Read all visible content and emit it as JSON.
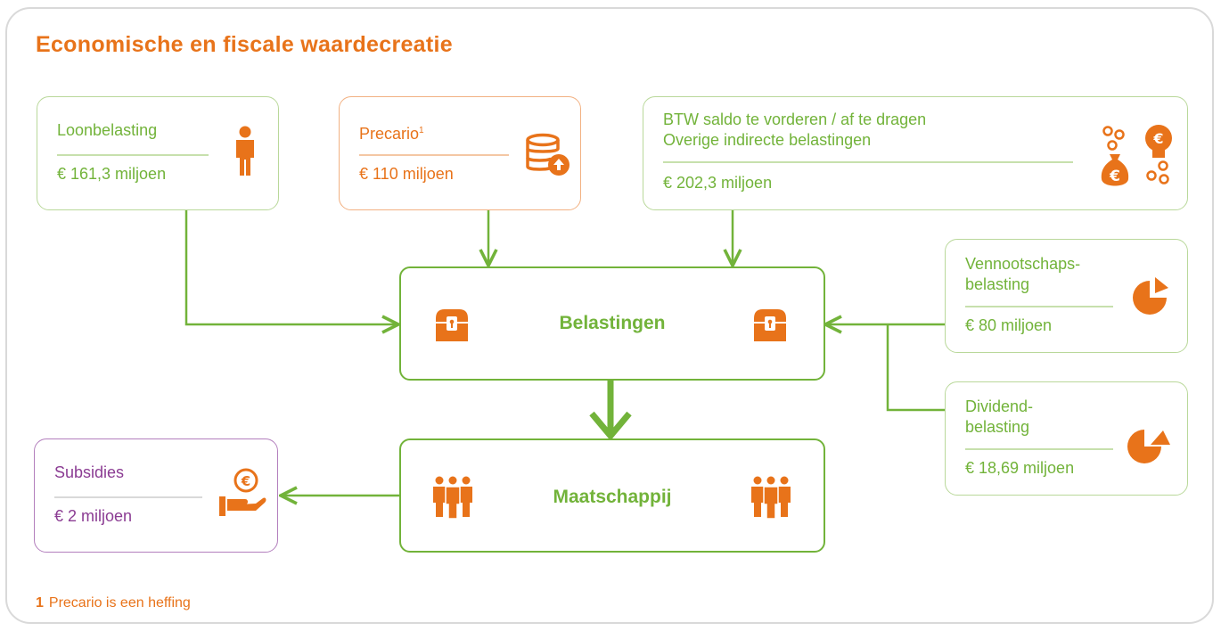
{
  "title": "Economische en fiscale waardecreatie",
  "colors": {
    "green": "#72b33a",
    "orange": "#e8731a",
    "purple": "#8b3c93"
  },
  "boxes": {
    "loonbelasting": {
      "label": "Loonbelasting",
      "value": "€ 161,3 miljoen",
      "icon": "person-icon"
    },
    "precario": {
      "label": "Precario",
      "sup": "1",
      "value": "€ 110 miljoen",
      "icon": "coin-stack-upload-icon"
    },
    "btw": {
      "label_line1": "BTW saldo te vorderen / af te dragen",
      "label_line2": "Overige indirecte belastingen",
      "value": "€ 202,3 miljoen",
      "icons": [
        "money-bag-coins-icon",
        "euro-lightbulb-coins-icon"
      ]
    },
    "vennootschapsbelasting": {
      "label_line1": "Vennootschaps-",
      "label_line2": "belasting",
      "value": "€ 80 miljoen",
      "icon": "pie-chart-icon"
    },
    "dividendbelasting": {
      "label_line1": "Dividend-",
      "label_line2": "belasting",
      "value": "€ 18,69 miljoen",
      "icon": "pie-chart-slice-icon"
    },
    "subsidies": {
      "label": "Subsidies",
      "value": "€ 2 miljoen",
      "icon": "hand-euro-icon"
    }
  },
  "central": {
    "belastingen": {
      "title": "Belastingen",
      "icon": "treasure-chest-icon"
    },
    "maatschappij": {
      "title": "Maatschappij",
      "icon": "people-group-icon"
    }
  },
  "footnote": {
    "number": "1",
    "text": "Precario is een heffing"
  }
}
